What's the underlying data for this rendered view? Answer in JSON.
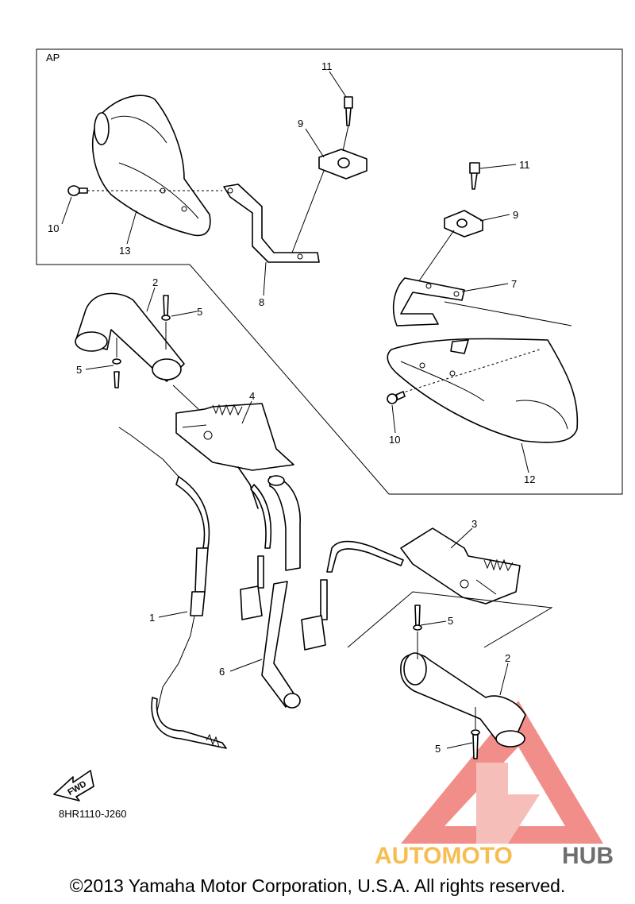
{
  "diagram": {
    "group_label": "AP",
    "drawing_code": "8HR1110-J260",
    "fwd_label": "FWD",
    "callouts": {
      "c1": "1",
      "c2a": "2",
      "c2b": "2",
      "c3": "3",
      "c4": "4",
      "c5a": "5",
      "c5b": "5",
      "c5c": "5",
      "c5d": "5",
      "c6": "6",
      "c7": "7",
      "c8": "8",
      "c9a": "9",
      "c9b": "9",
      "c10a": "10",
      "c10b": "10",
      "c11a": "11",
      "c11b": "11",
      "c12": "12",
      "c13": "13"
    }
  },
  "watermark": {
    "brand_part1": "AUTOMOTO",
    "brand_part2": "HUB",
    "color_primary": "#e8322a",
    "color_secondary": "#f5b335",
    "color_dark": "#555555"
  },
  "footer": {
    "copyright": "©2013 Yamaha Motor Corporation, U.S.A. All rights reserved."
  }
}
